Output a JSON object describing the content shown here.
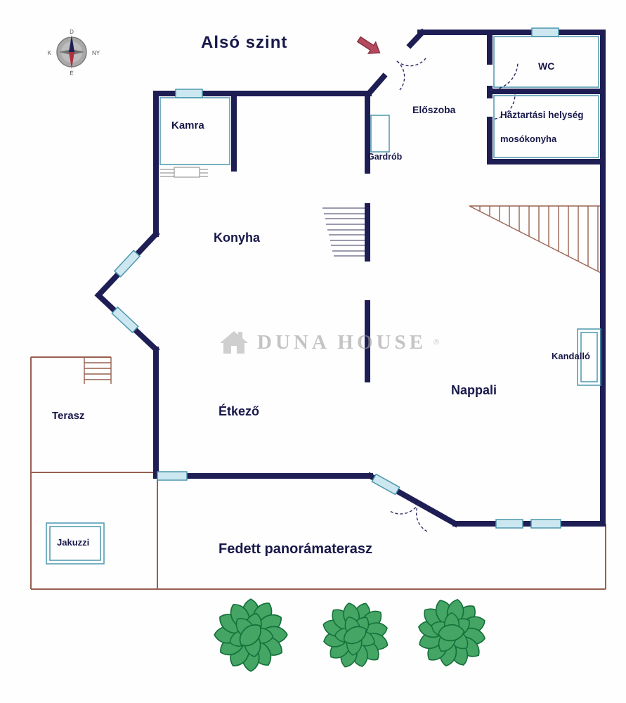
{
  "title": "Alsó szint",
  "compass": {
    "top": "D",
    "right": "NY",
    "bottom": "É",
    "left": "K"
  },
  "rooms": {
    "kamra": "Kamra",
    "konyha": "Konyha",
    "eloszoba": "Előszoba",
    "gardrob": "Gardrób",
    "wc": "WC",
    "haztartasi_line1": "Háztartási helység",
    "haztartasi_line2": "mosókonyha",
    "nappali": "Nappali",
    "kandallo": "Kandalló",
    "etkezo": "Étkező",
    "terasz": "Terasz",
    "jakuzzi": "Jakuzzi",
    "fedett_terasz": "Fedett panorámaterasz"
  },
  "watermark": {
    "brand": "DUNA HOUSE",
    "registered": "®"
  },
  "colors": {
    "wall_navy": "#1e1e55",
    "window_fill": "#cde7f0",
    "fixture_teal": "#4b97ad",
    "terrace_brown": "#96604e",
    "stair_brown": "#9a6350",
    "bush_green": "#44a565",
    "bush_outline": "#15703a",
    "arrow_red": "#b34a5e",
    "watermark_gray": "#9e9e9e",
    "label_navy": "#18184a"
  }
}
